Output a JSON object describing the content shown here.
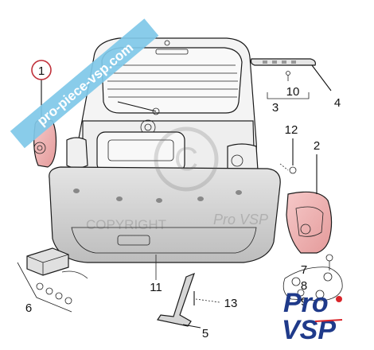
{
  "watermark": {
    "banner_text": "pro-piece-vsp.com",
    "copyright_text": "COPYRIGHT",
    "brand_text": "Pro VSP"
  },
  "logo": {
    "line1": "Pro",
    "line2": "VSP",
    "colors": {
      "text": "#1f3a8a",
      "accent": "#d9252a"
    }
  },
  "banner_color": "#7fc8e8",
  "callouts": [
    {
      "id": "1",
      "text": "1",
      "highlighted": true,
      "highlight_color": "#c0303a"
    },
    {
      "id": "2",
      "text": "2"
    },
    {
      "id": "3",
      "text": "3"
    },
    {
      "id": "4",
      "text": "4"
    },
    {
      "id": "5",
      "text": "5"
    },
    {
      "id": "6",
      "text": "6"
    },
    {
      "id": "7",
      "text": "7"
    },
    {
      "id": "8",
      "text": "8"
    },
    {
      "id": "9",
      "text": "9"
    },
    {
      "id": "10",
      "text": "10"
    },
    {
      "id": "11",
      "text": "11"
    },
    {
      "id": "12",
      "text": "12"
    },
    {
      "id": "13",
      "text": "13"
    }
  ]
}
